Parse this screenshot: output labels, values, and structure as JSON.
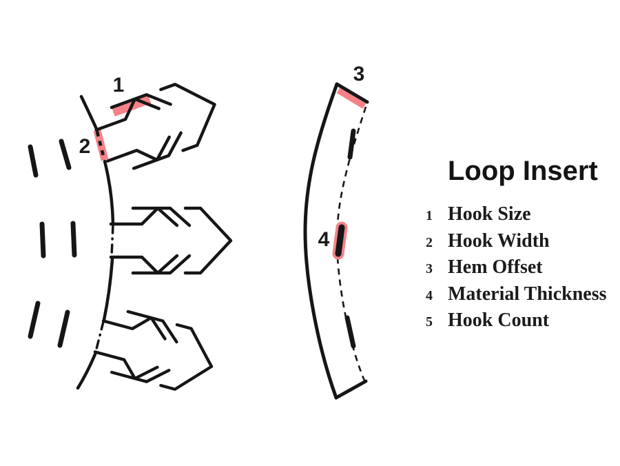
{
  "title": "Loop Insert",
  "figure_labels": [
    "1",
    "2",
    "3",
    "4"
  ],
  "legend": {
    "items": [
      {
        "num": "1",
        "label": "Hook Size"
      },
      {
        "num": "2",
        "label": "Hook Width"
      },
      {
        "num": "3",
        "label": "Hem Offset"
      },
      {
        "num": "4",
        "label": "Material Thickness"
      },
      {
        "num": "5",
        "label": "Hook Count"
      }
    ]
  },
  "colors": {
    "highlight_red": "#F58287",
    "line_black": "#161616"
  }
}
